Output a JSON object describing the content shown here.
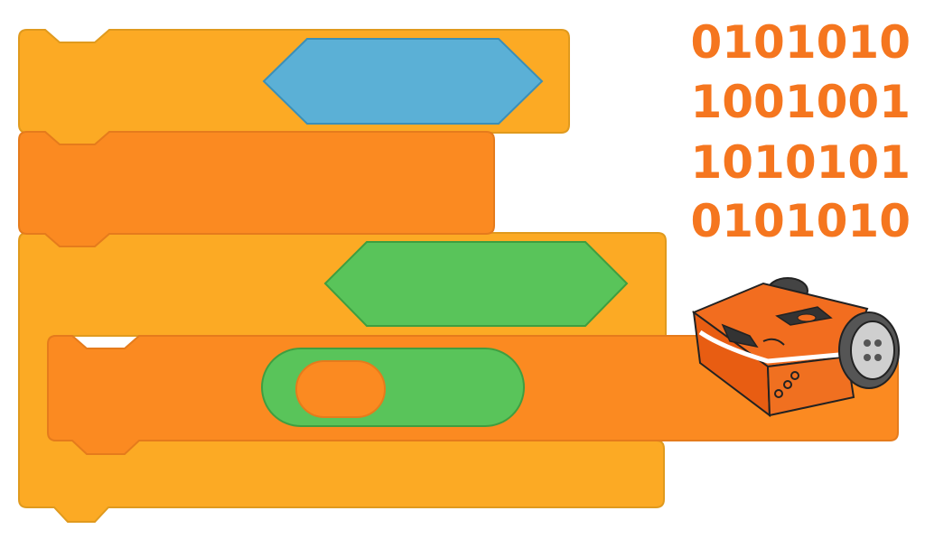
{
  "binary": {
    "lines": [
      "0101010",
      "1001001",
      "1010101",
      "0101010"
    ],
    "color": "#f5761f"
  },
  "colors": {
    "block_yellow": "#fcaa24",
    "block_yellow_stroke": "#e09a1e",
    "block_orange": "#fb8a21",
    "block_orange_stroke": "#e57b1c",
    "hex_blue": "#5bb0d6",
    "hex_blue_stroke": "#3b8fb8",
    "hex_green": "#59c45a",
    "hex_green_stroke": "#3f9e40",
    "robot_body": "#f26d1f",
    "robot_dark": "#333333"
  },
  "icons": {
    "robot": "edison-robot-icon"
  }
}
